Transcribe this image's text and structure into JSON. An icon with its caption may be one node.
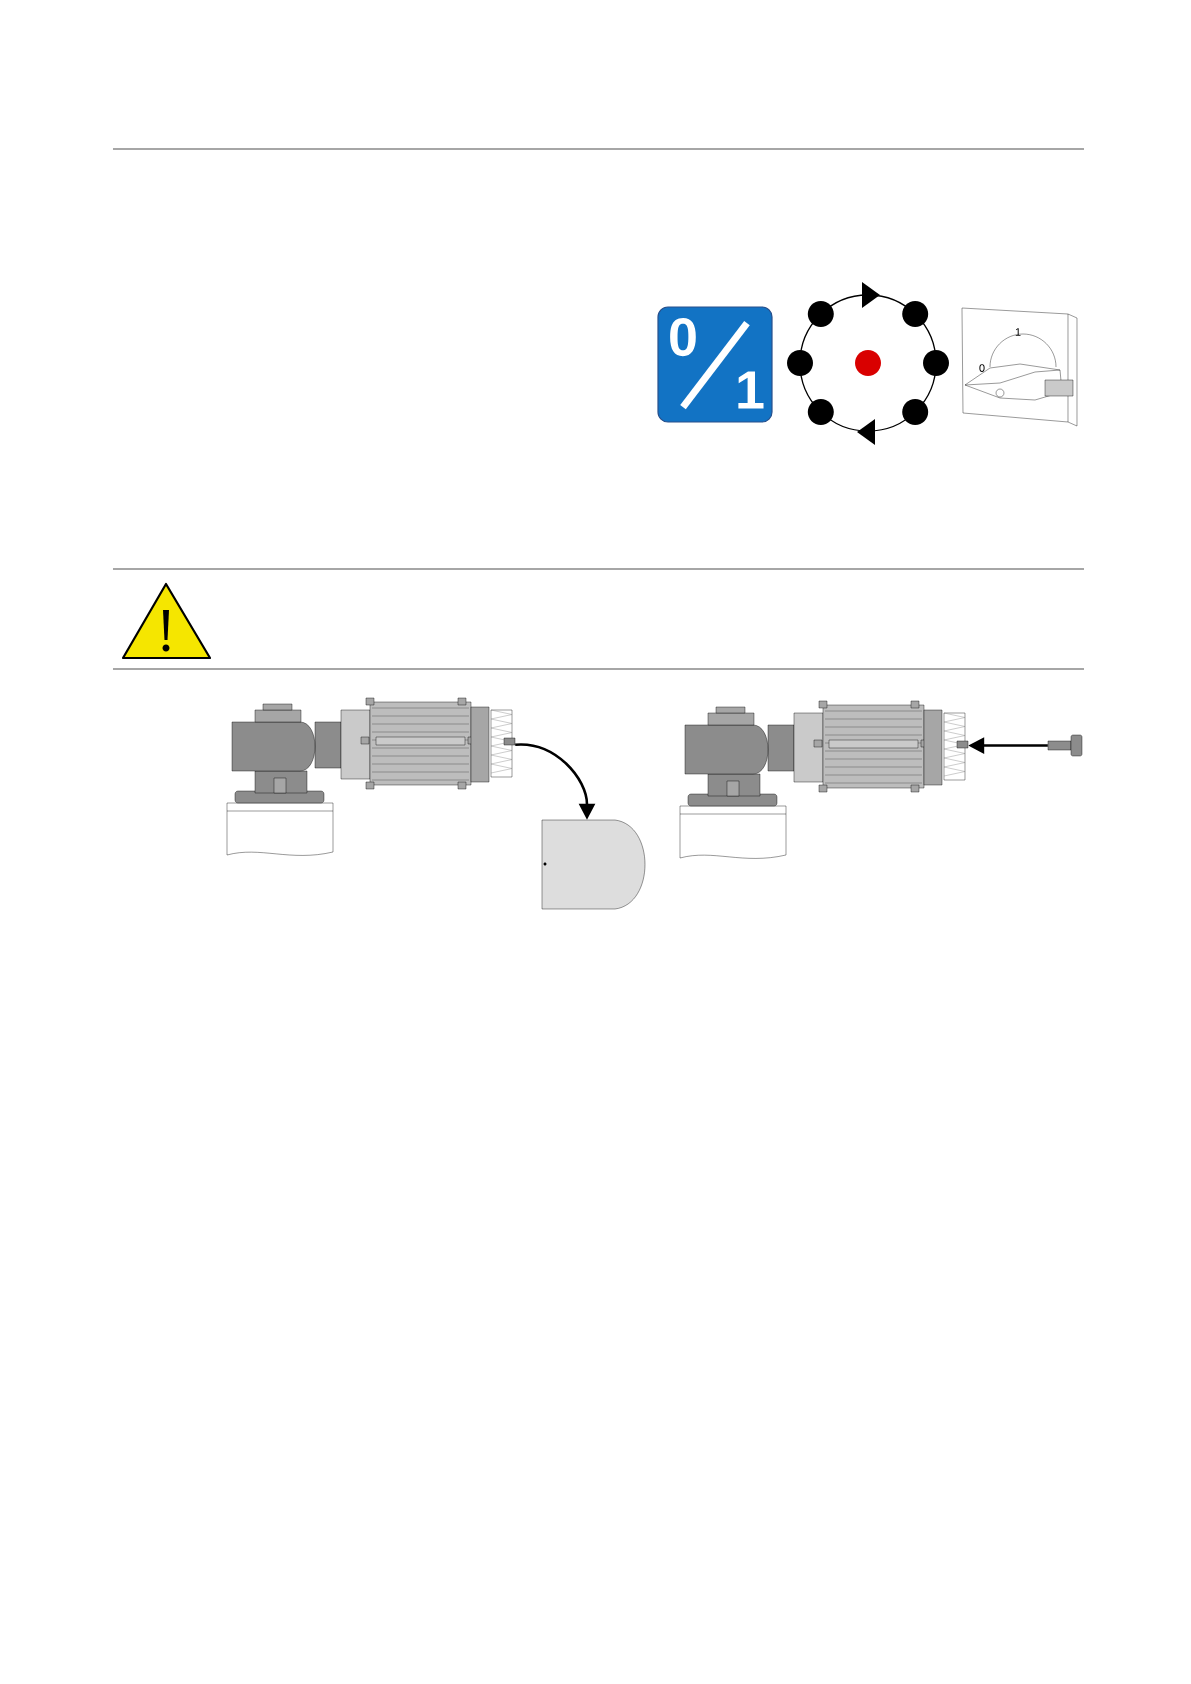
{
  "diagram": {
    "nodes": [
      {
        "text": [],
        "shape": "picture"
      },
      {
        "text": [],
        "shape": "picture"
      },
      {
        "text": [],
        "shape": "picture"
      },
      {
        "text": [],
        "shape": "picture"
      }
    ],
    "edges": [
      {
        "from": 0,
        "to": 1,
        "arrow": "to"
      },
      {
        "from": 3,
        "to": 2,
        "arrow": "to"
      }
    ],
    "labels": [
      "0",
      "1",
      "1",
      "0"
    ]
  }
}
